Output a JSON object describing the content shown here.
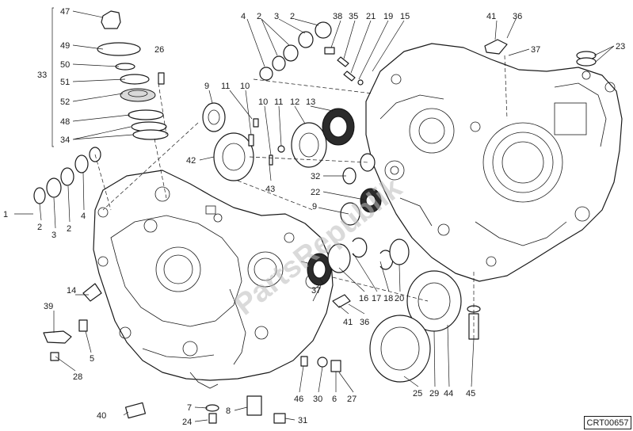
{
  "diagram": {
    "code": "CRT00657",
    "watermark": "PartsRepublik",
    "callouts": {
      "c47": "47",
      "c49": "49",
      "c50": "50",
      "c51": "51",
      "c52": "52",
      "c48": "48",
      "c34": "34",
      "c33": "33",
      "c26": "26",
      "c1": "1",
      "c2a": "2",
      "c3a": "3",
      "c2b": "2",
      "c4a": "4",
      "c4b": "4",
      "c2c": "2",
      "c3b": "3",
      "c2d": "2",
      "c38": "38",
      "c35": "35",
      "c21": "21",
      "c19": "19",
      "c15": "15",
      "c41a": "41",
      "c36a": "36",
      "c37a": "37",
      "c23": "23",
      "c9a": "9",
      "c11a": "11",
      "c10a": "10",
      "c10b": "10",
      "c11b": "11",
      "c12": "12",
      "c13": "13",
      "c42": "42",
      "c43": "43",
      "c32": "32",
      "c22": "22",
      "c9b": "9",
      "c37b": "37",
      "c16": "16",
      "c17": "17",
      "c18": "18",
      "c20": "20",
      "c41b": "41",
      "c36b": "36",
      "c14": "14",
      "c39": "39",
      "c5": "5",
      "c28": "28",
      "c25": "25",
      "c29": "29",
      "c44": "44",
      "c45": "45",
      "c46": "46",
      "c30": "30",
      "c6": "6",
      "c27": "27",
      "c40": "40",
      "c7": "7",
      "c24": "24",
      "c8": "8",
      "c31": "31"
    }
  }
}
